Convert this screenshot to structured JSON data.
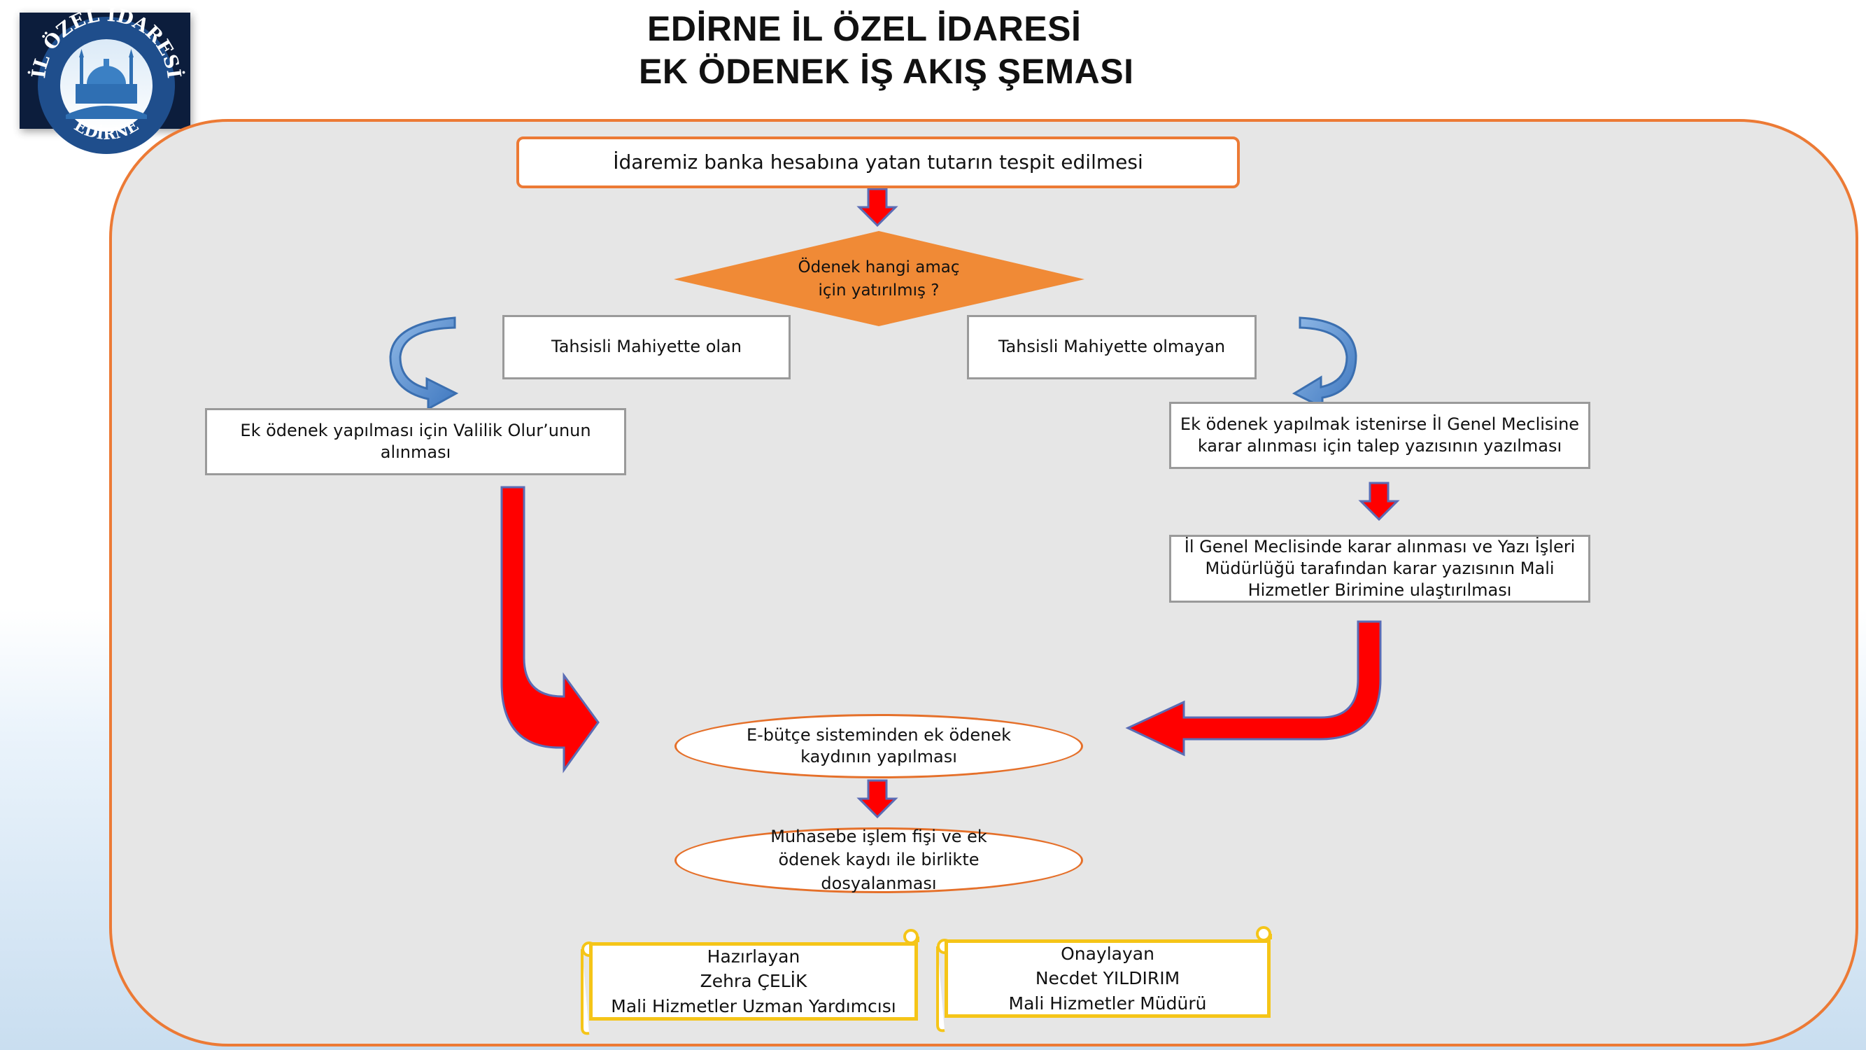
{
  "header": {
    "title_line1": "EDİRNE İL ÖZEL İDARESİ",
    "title_line2": "EK ÖDENEK İŞ AKIŞ ŞEMASI"
  },
  "logo": {
    "text_top": "İL ÖZEL İDARESİ",
    "text_bottom": "EDİRNE"
  },
  "flow": {
    "start": "İdaremiz  banka hesabına yatan tutarın tespit edilmesi",
    "decision": [
      "Ödenek  hangi amaç",
      "için  yatırılmış ?"
    ],
    "branch_left": "Tahsisli Mahiyette olan",
    "branch_right": "Tahsisli Mahiyette olmayan",
    "left_step": [
      "Ek ödenek yapılması için  Valilik Olur’unun",
      "alınması"
    ],
    "right_step1": [
      "Ek ödenek yapılmak istenirse İl Genel Meclisine",
      "karar alınması  için  talep yazısının yazılması"
    ],
    "right_step2": [
      "İl Genel  Meclisinde karar alınması ve Yazı İşleri",
      "Müdürlüğü  tarafından  karar yazısının  Mali",
      "Hizmetler Birimine  ulaştırılması"
    ],
    "ebutce": [
      "E-bütçe sisteminden ek ödenek",
      "kaydının yapılması"
    ],
    "muhasebe": [
      "Muhasebe  işlem fişi ve ek",
      "ödenek kaydı ile birlikte",
      "dosyalanması"
    ]
  },
  "signatures": {
    "prepared": {
      "role": "Hazırlayan",
      "name": "Zehra ÇELİK",
      "title": "Mali Hizmetler Uzman Yardımcısı"
    },
    "approved": {
      "role": "Onaylayan",
      "name": "Necdet YILDIRIM",
      "title": "Mali Hizmetler Müdürü"
    }
  },
  "colors": {
    "frame_border": "#ec7a35",
    "frame_fill": "#e6e6e6",
    "decision_fill": "#f08a36",
    "arrow_red": "#ff0000",
    "arrow_outline": "#5a6cb5",
    "curved_arrow": "#5b8fc9",
    "scroll_border": "#f5c518"
  }
}
